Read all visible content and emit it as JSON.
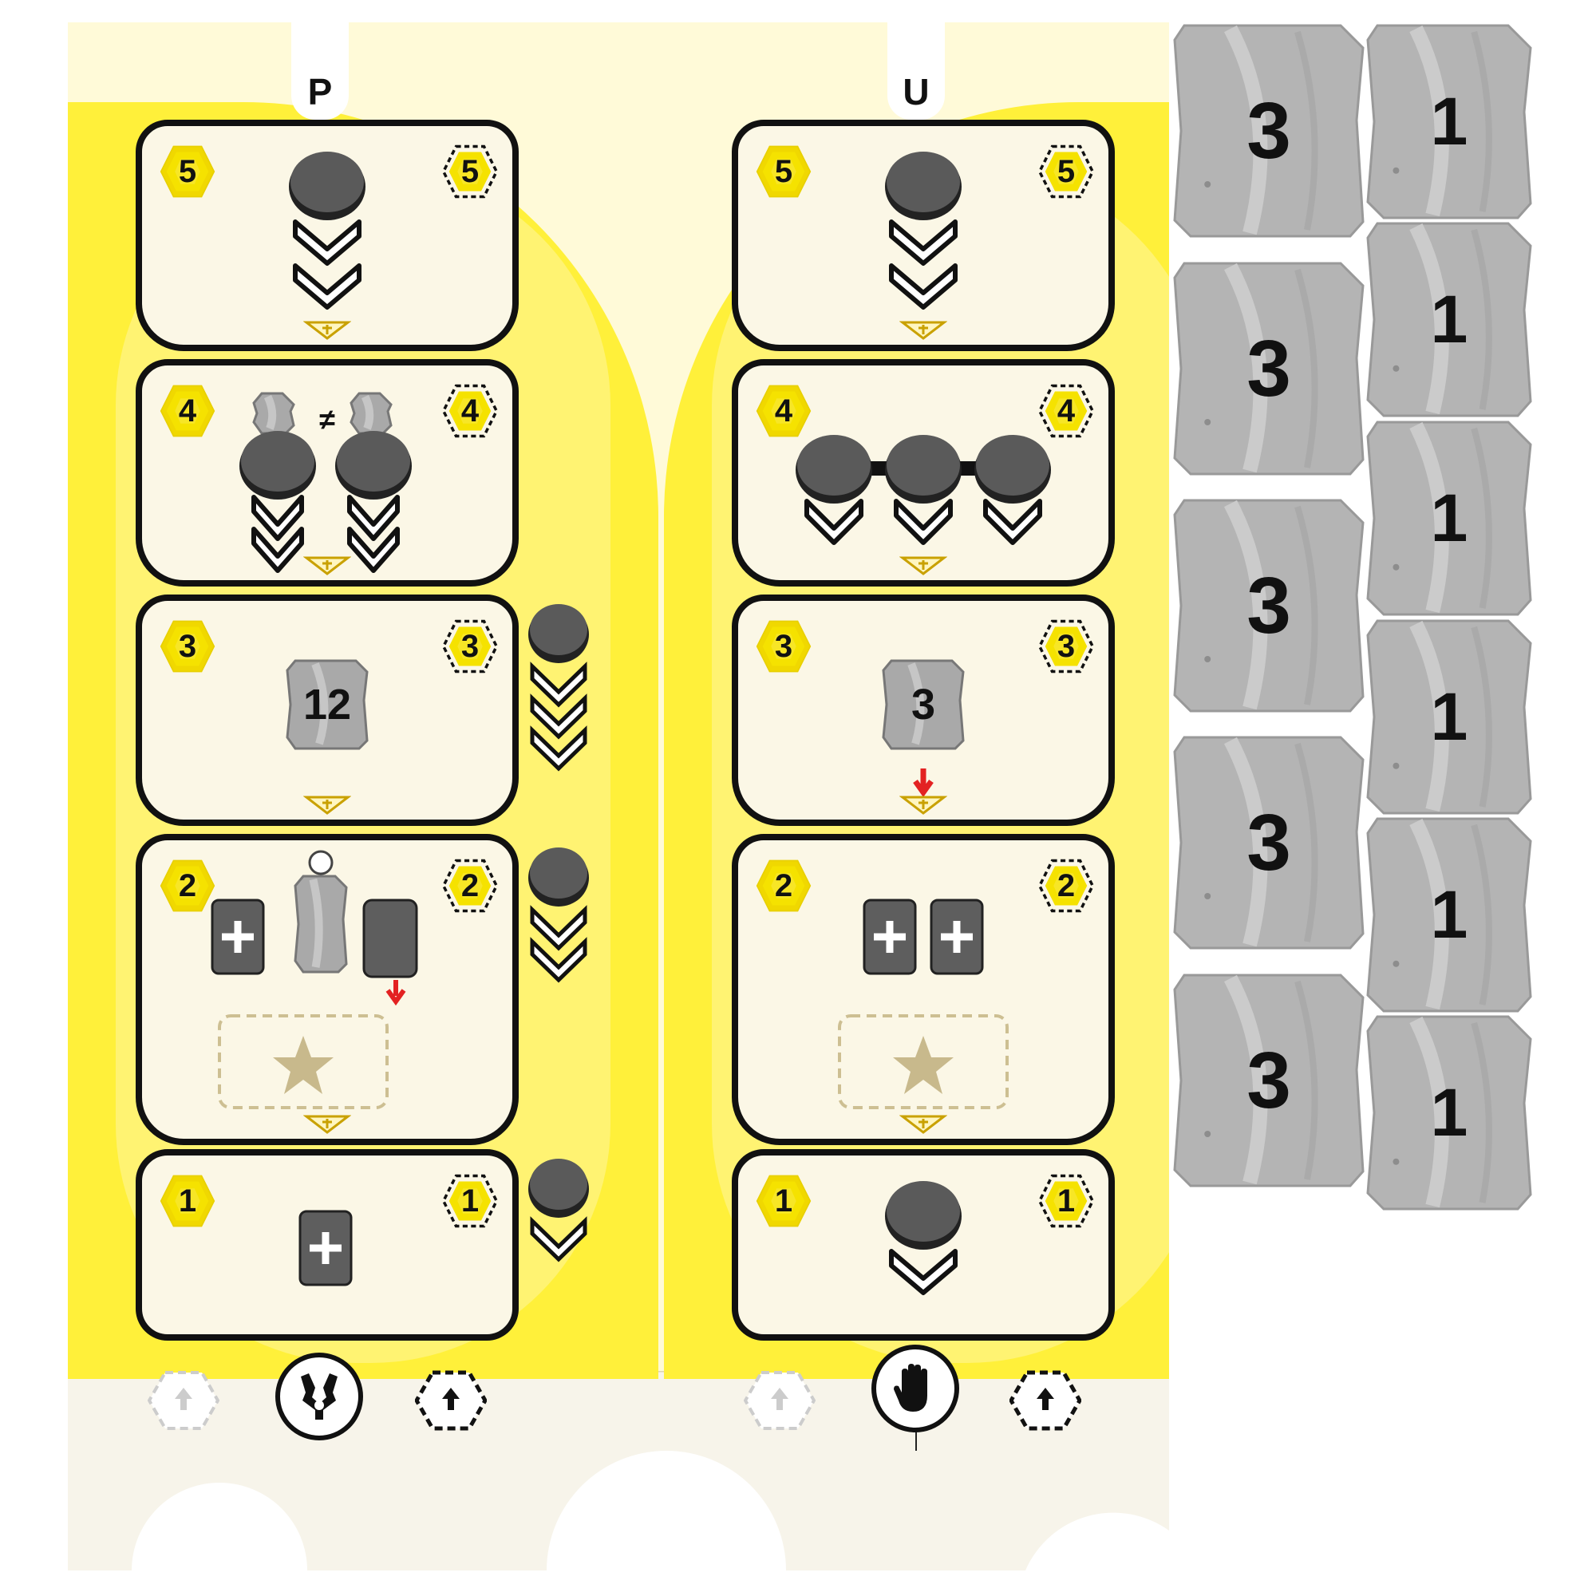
{
  "columns": [
    {
      "id": "p",
      "label": "P",
      "tiers": [
        {
          "level": "5"
        },
        {
          "level": "4"
        },
        {
          "level": "3"
        },
        {
          "level": "2"
        },
        {
          "level": "1"
        }
      ],
      "tile_value": "12",
      "bottom_icon": "grabber-icon"
    },
    {
      "id": "u",
      "label": "U",
      "tiers": [
        {
          "level": "5"
        },
        {
          "level": "4"
        },
        {
          "level": "3"
        },
        {
          "level": "2"
        },
        {
          "level": "1"
        }
      ],
      "tile_value": "3",
      "bottom_icon": "hand-icon"
    }
  ],
  "tiles": {
    "large": [
      "3",
      "3",
      "3",
      "3",
      "3"
    ],
    "small": [
      "1",
      "1",
      "1",
      "1",
      "1",
      "1"
    ]
  },
  "colors": {
    "yellow": "#fff03a",
    "hex_yellow": "#f5e200",
    "card_bg": "#fbf7e6",
    "token": "#5a5a5a",
    "tile_gray": "#b4b4b4",
    "red_arrow": "#e32222",
    "gold": "#c9a100"
  }
}
